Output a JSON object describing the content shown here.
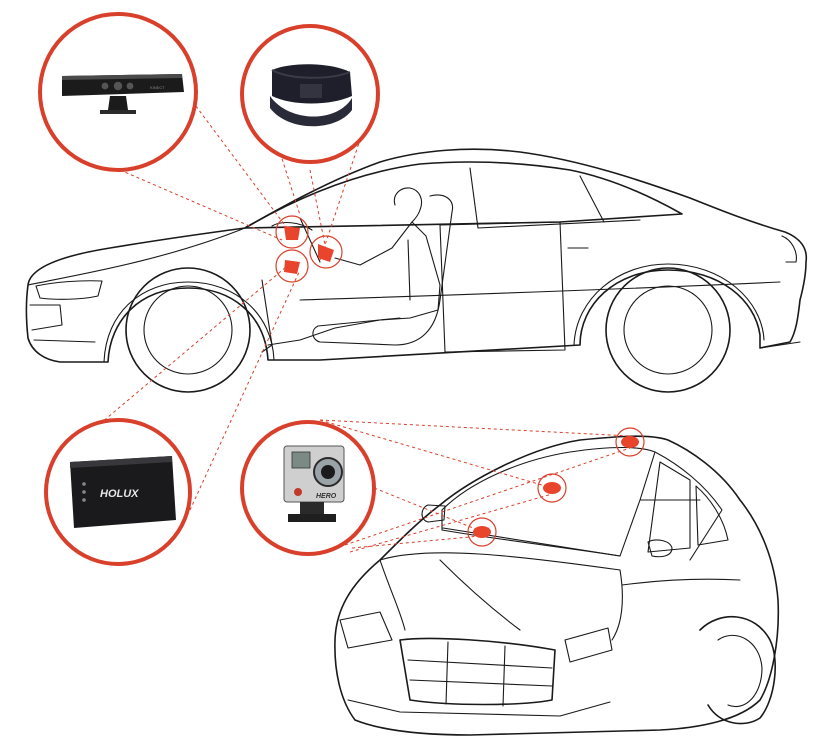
{
  "colors": {
    "accent": "#d9402b",
    "outline": "#1a1a1a",
    "background": "#ffffff"
  },
  "devices": {
    "depth_sensor": {
      "icon": "depth-camera-icon",
      "brand_text": "KINECT"
    },
    "wrist_sensor": {
      "icon": "wristband-icon"
    },
    "gps_logger": {
      "icon": "gps-logger-icon",
      "brand_text": "HOLUX"
    },
    "action_camera": {
      "icon": "action-camera-icon",
      "brand_text": "HERO"
    }
  },
  "vehicles": {
    "side_view": {
      "icon": "sedan-side-view-icon"
    },
    "front_view": {
      "icon": "sedan-front-view-icon"
    }
  }
}
